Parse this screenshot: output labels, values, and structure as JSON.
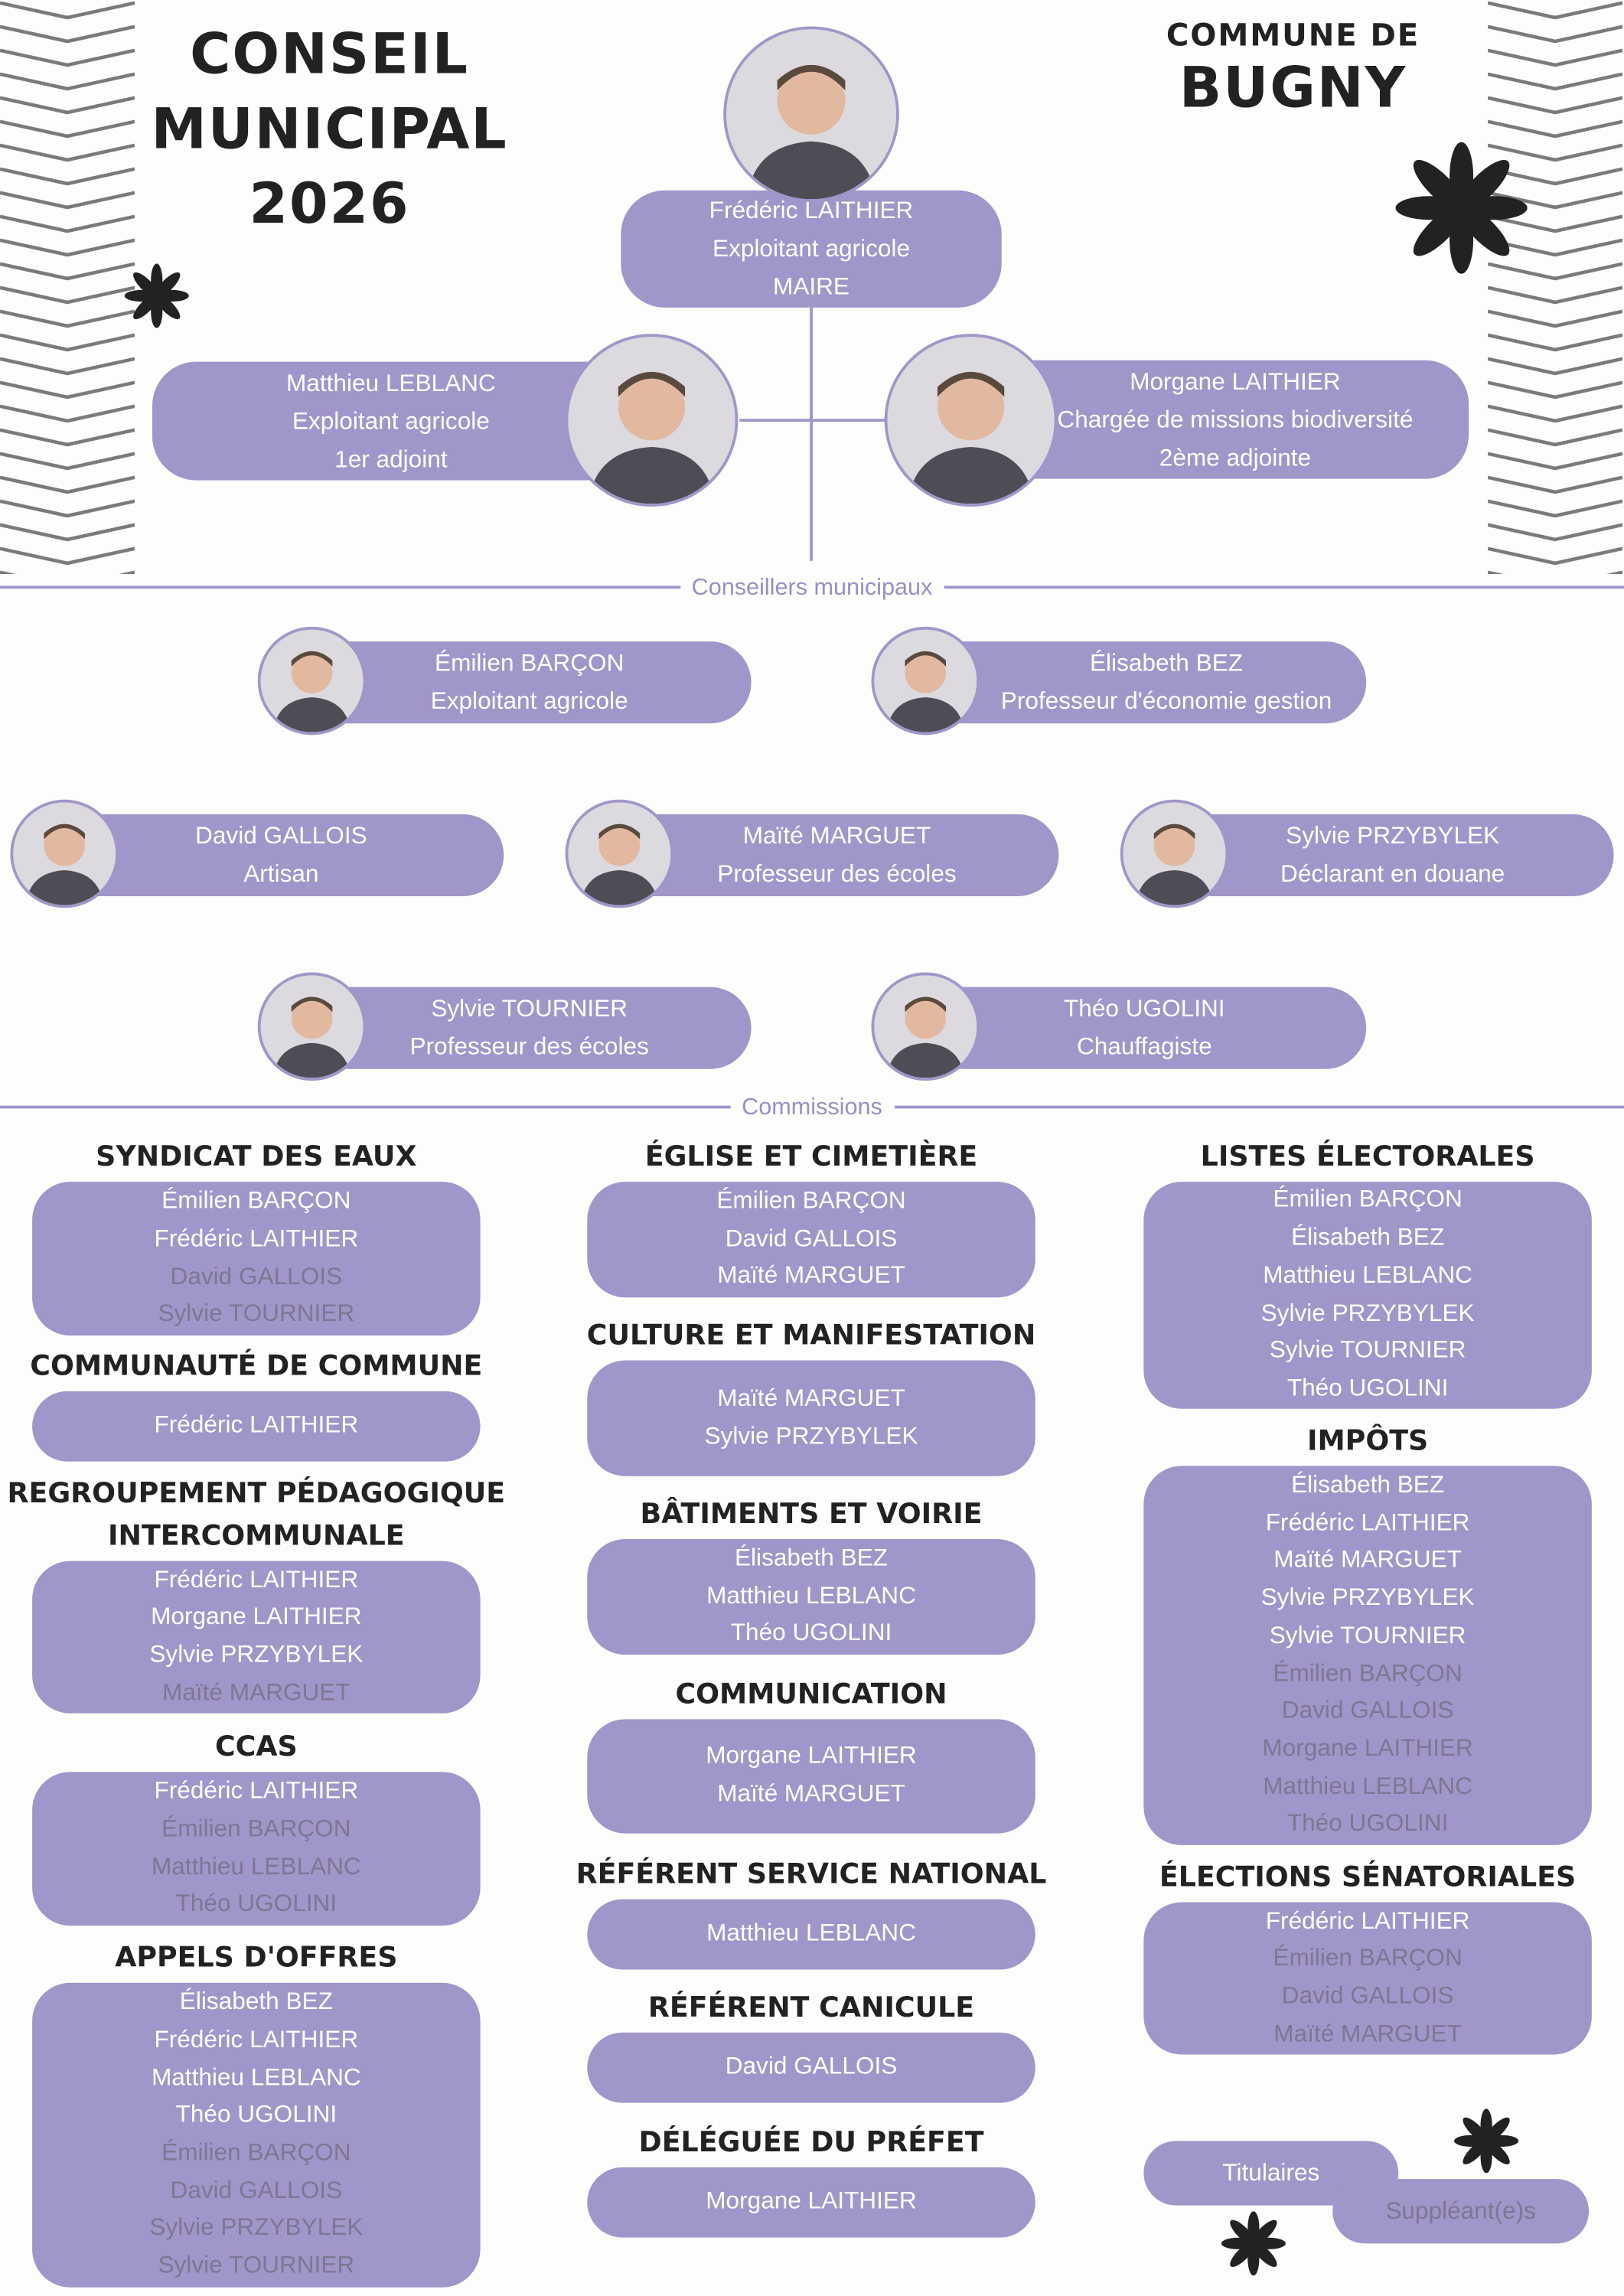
{
  "header": {
    "title_lines": [
      "CONSEIL",
      "MUNICIPAL",
      "2026"
    ],
    "commune_label": "COMMUNE DE",
    "commune_name": "BUGNY"
  },
  "mayor": {
    "name": "Frédéric LAITHIER",
    "job": "Exploitant agricole",
    "role": "MAIRE"
  },
  "adjoints": [
    {
      "name": "Matthieu LEBLANC",
      "job": "Exploitant agricole",
      "role": "1er adjoint"
    },
    {
      "name": "Morgane LAITHIER",
      "job": "Chargée de missions biodiversité",
      "role": "2ème adjointe"
    }
  ],
  "sections": {
    "conseillers": "Conseillers municipaux",
    "commissions": "Commissions"
  },
  "conseillers": [
    {
      "name": "Émilien BARÇON",
      "job": "Exploitant agricole"
    },
    {
      "name": "Élisabeth BEZ",
      "job": "Professeur d'économie gestion"
    },
    {
      "name": "David GALLOIS",
      "job": "Artisan"
    },
    {
      "name": "Maïté MARGUET",
      "job": "Professeur des écoles"
    },
    {
      "name": "Sylvie PRZYBYLEK",
      "job": "Déclarant en douane"
    },
    {
      "name": "Sylvie TOURNIER",
      "job": "Professeur des écoles"
    },
    {
      "name": "Théo UGOLINI",
      "job": "Chauffagiste"
    }
  ],
  "commissions": [
    {
      "title": "SYNDICAT DES EAUX",
      "titulaires": [
        "Émilien BARÇON",
        "Frédéric LAITHIER"
      ],
      "suppleants": [
        "David GALLOIS",
        "Sylvie TOURNIER"
      ]
    },
    {
      "title": "COMMUNAUTÉ DE COMMUNE",
      "titulaires": [
        "Frédéric LAITHIER"
      ],
      "suppleants": []
    },
    {
      "title": "REGROUPEMENT PÉDAGOGIQUE INTERCOMMUNALE",
      "titulaires": [
        "Frédéric LAITHIER",
        "Morgane LAITHIER",
        "Sylvie PRZYBYLEK"
      ],
      "suppleants": [
        "Maïté MARGUET"
      ]
    },
    {
      "title": "CCAS",
      "titulaires": [
        "Frédéric LAITHIER"
      ],
      "suppleants": [
        "Émilien BARÇON",
        "Matthieu LEBLANC",
        "Théo UGOLINI"
      ]
    },
    {
      "title": "APPELS D'OFFRES",
      "titulaires": [
        "Élisabeth BEZ",
        "Frédéric LAITHIER",
        "Matthieu LEBLANC",
        "Théo UGOLINI"
      ],
      "suppleants": [
        "Émilien BARÇON",
        "David GALLOIS",
        "Sylvie PRZYBYLEK",
        "Sylvie TOURNIER"
      ]
    },
    {
      "title": "ÉGLISE ET CIMETIÈRE",
      "titulaires": [
        "Émilien BARÇON",
        "David GALLOIS",
        "Maïté MARGUET"
      ],
      "suppleants": []
    },
    {
      "title": "CULTURE ET MANIFESTATION",
      "titulaires": [
        "Maïté MARGUET",
        "Sylvie PRZYBYLEK"
      ],
      "suppleants": []
    },
    {
      "title": "BÂTIMENTS ET VOIRIE",
      "titulaires": [
        "Élisabeth BEZ",
        "Matthieu LEBLANC",
        "Théo UGOLINI"
      ],
      "suppleants": []
    },
    {
      "title": "COMMUNICATION",
      "titulaires": [
        "Morgane LAITHIER",
        "Maïté MARGUET"
      ],
      "suppleants": []
    },
    {
      "title": "RÉFÉRENT SERVICE NATIONAL",
      "titulaires": [
        "Matthieu LEBLANC"
      ],
      "suppleants": []
    },
    {
      "title": "RÉFÉRENT CANICULE",
      "titulaires": [
        "David GALLOIS"
      ],
      "suppleants": []
    },
    {
      "title": "DÉLÉGUÉE DU PRÉFET",
      "titulaires": [
        "Morgane LAITHIER"
      ],
      "suppleants": []
    },
    {
      "title": "LISTES ÉLECTORALES",
      "titulaires": [
        "Émilien BARÇON",
        "Élisabeth BEZ",
        "Matthieu LEBLANC",
        "Sylvie PRZYBYLEK",
        "Sylvie TOURNIER",
        "Théo UGOLINI"
      ],
      "suppleants": []
    },
    {
      "title": "IMPÔTS",
      "titulaires": [
        "Élisabeth BEZ",
        "Frédéric LAITHIER",
        "Maïté MARGUET",
        "Sylvie PRZYBYLEK",
        "Sylvie TOURNIER"
      ],
      "suppleants": [
        "Émilien BARÇON",
        "David GALLOIS",
        "Morgane LAITHIER",
        "Matthieu LEBLANC",
        "Théo UGOLINI"
      ]
    },
    {
      "title": "ÉLECTIONS SÉNATORIALES",
      "titulaires": [
        "Frédéric LAITHIER"
      ],
      "suppleants": [
        "Émilien BARÇON",
        "David GALLOIS",
        "Maïté MARGUET"
      ]
    }
  ],
  "legend": {
    "titulaires": "Titulaires",
    "suppleants": "Suppléant(e)s"
  },
  "colors": {
    "accent": "#a196c9",
    "suppleant_text": "#7d7794",
    "ink": "#222222"
  }
}
